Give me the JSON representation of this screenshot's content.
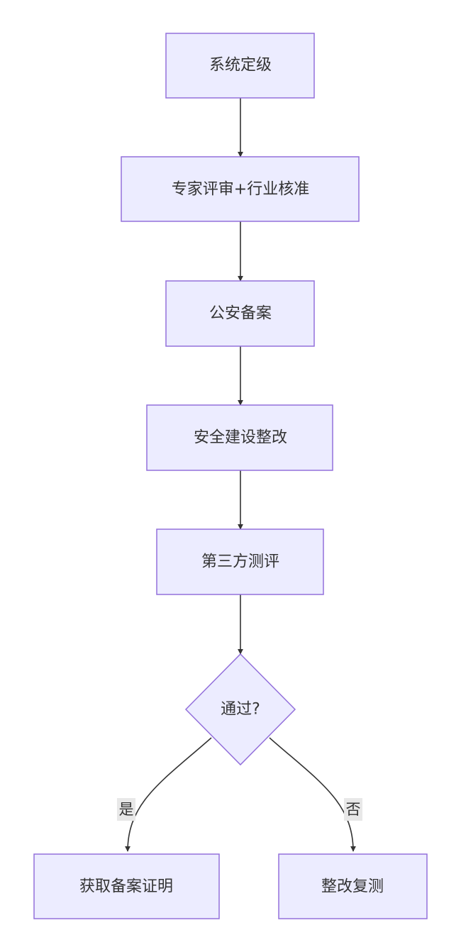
{
  "nodes": {
    "system_grading": "系统定级",
    "expert_review": "专家评审+行业核准",
    "police_filing": "公安备案",
    "security_rectification": "安全建设整改",
    "third_party_test": "第三方测评",
    "passed_decision": "通过?",
    "get_certificate": "获取备案证明",
    "rectify_retest": "整改复测"
  },
  "edge_labels": {
    "yes": "是",
    "no": "否"
  },
  "colors": {
    "node_fill": "#ececff",
    "node_stroke": "#9370db",
    "edge": "#333333",
    "label_bg": "#e8e8e8",
    "text": "#333333"
  }
}
